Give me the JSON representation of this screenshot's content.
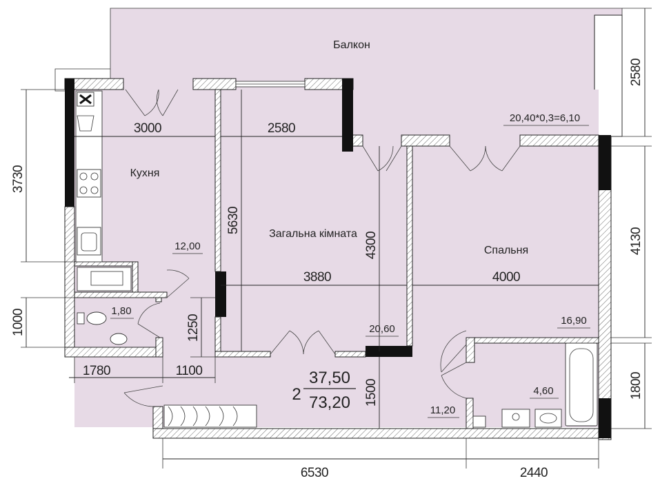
{
  "rooms": {
    "balcony": "Балкон",
    "kitchen": "Кухня",
    "living": "Загальна кімната",
    "bedroom": "Спальня"
  },
  "areas": {
    "balcony_calc": "20,40*0,3=6,10",
    "kitchen": "12,00",
    "wc": "1,80",
    "living": "20,60",
    "bedroom": "16,90",
    "bath": "4,60",
    "hall": "11,20"
  },
  "summary": {
    "rooms_count": "2",
    "living_area": "37,50",
    "total_area": "73,20"
  },
  "dimensions": {
    "kitchen_width": "3000",
    "living_width_top": "2580",
    "balcony_depth": "2580",
    "left_kitchen_height": "3730",
    "left_wc_height": "1000",
    "living_height": "5630",
    "living_width": "3880",
    "living_inner_height": "4300",
    "bedroom_width": "4000",
    "bedroom_height": "4130",
    "corridor_height": "1250",
    "wc_width": "1780",
    "corridor_width": "1100",
    "hall_height": "1500",
    "bath_height": "1800",
    "total_width": "6530",
    "bath_width": "2440"
  },
  "colors": {
    "floor_fill": "#e7dae6",
    "wall_hatch": "#555555"
  }
}
